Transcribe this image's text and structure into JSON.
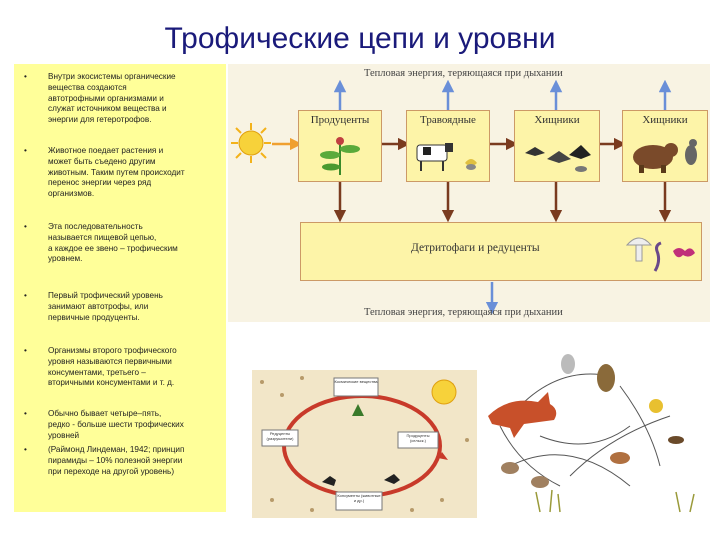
{
  "title": "Трофические  цепи и уровни",
  "bullets": [
    {
      "marker": "•",
      "lines": [
        "Внутри экосистемы органические",
        "вещества создаются",
        "автотрофными организмами и",
        "служат источником вещества и",
        "энергии для гетеротрофов."
      ]
    },
    {
      "marker": "•",
      "lines": [
        "Животное поедает растения и",
        "может быть съедено другим",
        "животным. Таким путем происходит",
        "перенос энергии через ряд",
        "организмов."
      ]
    },
    {
      "marker": "•",
      "lines": [
        "Эта последовательность",
        "называется пищевой цепью,",
        "а каждое ее звено – трофическим",
        "уровнем."
      ]
    },
    {
      "marker": "•",
      "lines": [
        "Первый трофический уровень",
        "занимают автотрофы, или",
        "первичные продуценты."
      ]
    },
    {
      "marker": "•",
      "lines": [
        "Организмы второго трофического",
        "уровня называются первичными",
        "консументами, третьего –",
        "вторичными консументами и т. д."
      ]
    },
    {
      "marker": "•",
      "lines": [
        "Обычно бывает четыре–пять,",
        "редко - больше шести  трофических",
        "уровней"
      ]
    },
    {
      "marker": "•",
      "lines": [
        "(Раймонд Линдеман, 1942; принцип",
        "пирамиды – 10% полезной энергии",
        "при переходе на другой уровень)"
      ]
    }
  ],
  "diagram": {
    "heat_top": "Тепловая энергия, теряющаяся при дыхании",
    "heat_bottom": "Тепловая энергия, теряющаяся при дыхании",
    "levels": [
      "Продуценты",
      "Травоядные",
      "Хищники",
      "Хищники"
    ],
    "detritus": "Детритофаги и редуценты"
  },
  "cycle_labels": [
    "Космические вещества",
    "Редуценты (разрушители)",
    "Продуценты (сельск.)",
    "Консументы (животные и др.)"
  ],
  "colors": {
    "bullet_bg": "#ffff99",
    "title": "#1a1a7a",
    "box_fill": "#fdf4a8",
    "arrow_blue": "#6a8fd8",
    "arrow_brown": "#7a3b1f"
  }
}
